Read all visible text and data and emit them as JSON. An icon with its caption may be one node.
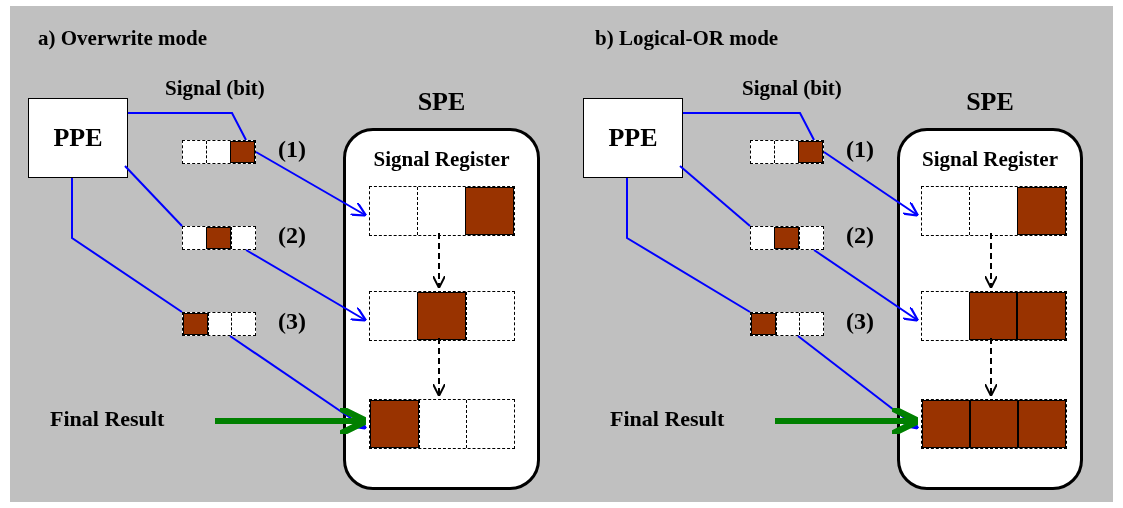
{
  "diagram": {
    "nodes": [
      {
        "text": [
          "PPE"
        ]
      },
      {
        "text": [
          "SPE",
          "Signal Register"
        ]
      },
      {
        "text": [],
        "shape": "box",
        "beside": [
          "(1)"
        ]
      },
      {
        "text": [],
        "shape": "box",
        "beside": [
          "(2)"
        ]
      },
      {
        "text": [],
        "shape": "box",
        "beside": [
          "(3)"
        ]
      },
      {
        "text": [],
        "shape": "box",
        "in": 1
      },
      {
        "text": [],
        "shape": "box",
        "in": 1
      },
      {
        "text": [],
        "shape": "box",
        "in": 1
      },
      {
        "text": [
          "Final Result"
        ]
      },
      {
        "text": [
          "PPE"
        ]
      },
      {
        "text": [
          "SPE",
          "Signal Register"
        ]
      },
      {
        "text": [],
        "shape": "box",
        "beside": [
          "(1)"
        ]
      },
      {
        "text": [],
        "shape": "box",
        "beside": [
          "(2)"
        ]
      },
      {
        "text": [],
        "shape": "box",
        "beside": [
          "(3)"
        ]
      },
      {
        "text": [],
        "shape": "box",
        "in": 10
      },
      {
        "text": [],
        "shape": "box",
        "in": 10
      },
      {
        "text": [],
        "shape": "box",
        "in": 10
      },
      {
        "text": [
          "Final Result"
        ]
      }
    ],
    "edges": [
      {
        "from": 0,
        "to": 2,
        "arrow": "none"
      },
      {
        "from": 2,
        "to": 5,
        "arrow": "to"
      },
      {
        "from": 0,
        "to": 3,
        "arrow": "none"
      },
      {
        "from": 3,
        "to": 6,
        "arrow": "to"
      },
      {
        "from": 0,
        "to": 4,
        "arrow": "none"
      },
      {
        "from": 4,
        "to": 7,
        "arrow": "to"
      },
      {
        "from": 5,
        "to": 6,
        "arrow": "to",
        "style": "dashed",
        "color": "#000000"
      },
      {
        "from": 6,
        "to": 7,
        "arrow": "to",
        "style": "dashed",
        "color": "#000000"
      },
      {
        "from": 8,
        "to": 7,
        "arrow": "to",
        "style": "thick",
        "color": "#008000"
      },
      {
        "from": 9,
        "to": 11,
        "arrow": "none"
      },
      {
        "from": 11,
        "to": 14,
        "arrow": "to"
      },
      {
        "from": 9,
        "to": 12,
        "arrow": "none"
      },
      {
        "from": 12,
        "to": 15,
        "arrow": "to"
      },
      {
        "from": 9,
        "to": 13,
        "arrow": "none"
      },
      {
        "from": 13,
        "to": 16,
        "arrow": "to"
      },
      {
        "from": 14,
        "to": 15,
        "arrow": "to",
        "style": "dashed",
        "color": "#000000"
      },
      {
        "from": 15,
        "to": 16,
        "arrow": "to",
        "style": "dashed",
        "color": "#000000"
      },
      {
        "from": 17,
        "to": 16,
        "arrow": "to",
        "style": "thick",
        "color": "#008000"
      }
    ],
    "labels": [
      "a) Overwrite mode",
      "Signal (bit)",
      "b) Logical-OR mode",
      "Signal (bit)"
    ]
  }
}
